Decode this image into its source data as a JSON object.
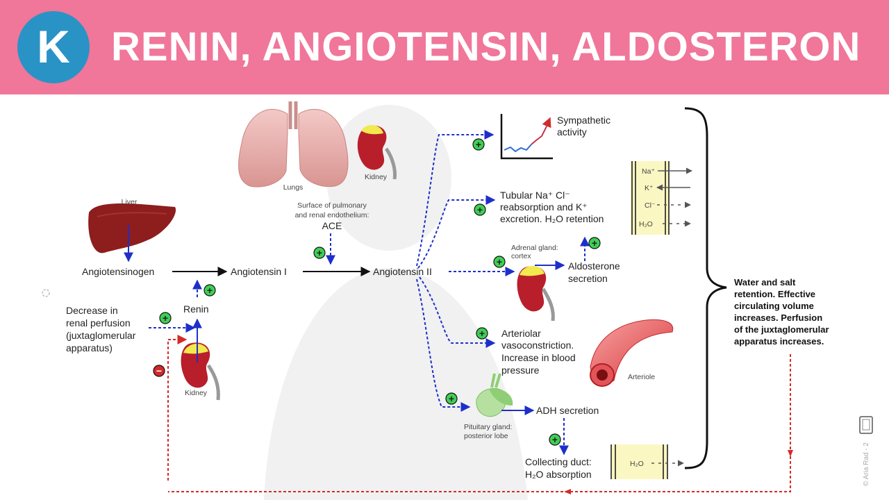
{
  "header": {
    "title": "RENIN, ANGIOTENSIN, ALDOSTERON",
    "logo_letter": "K",
    "bg_color": "#f0769a",
    "logo_color": "#2a93c5"
  },
  "diagram": {
    "liver": "Liver",
    "lungs": "Lungs",
    "kidney_top": "Kidney",
    "kidney_bottom": "Kidney",
    "surface_line1": "Surface of pulmonary",
    "surface_line2": "and renal endothelium:",
    "ace": "ACE",
    "angiotensinogen": "Angiotensinogen",
    "angiotensin1": "Angiotensin I",
    "angiotensin2": "Angiotensin II",
    "renin": "Renin",
    "decrease_line1": "Decrease in",
    "decrease_line2": "renal perfusion",
    "decrease_line3": "(juxtaglomerular",
    "decrease_line4": "apparatus)",
    "sympathetic_line1": "Sympathetic",
    "sympathetic_line2": "activity",
    "tubular_line1": "Tubular Na⁺ Cl⁻",
    "tubular_line2": "reabsorption and K⁺",
    "tubular_line3": "excretion. H₂O retention",
    "adrenal_line1": "Adrenal gland:",
    "adrenal_line2": "cortex",
    "aldosterone_line1": "Aldosterone",
    "aldosterone_line2": "secretion",
    "arteriolar_line1": "Arteriolar",
    "arteriolar_line2": "vasoconstriction.",
    "arteriolar_line3": "Increase in blood",
    "arteriolar_line4": "pressure",
    "arteriole": "Arteriole",
    "pituitary_line1": "Pituitary gland:",
    "pituitary_line2": "posterior lobe",
    "adh": "ADH secretion",
    "collecting_line1": "Collecting duct:",
    "collecting_line2": "H₂O absorption",
    "ion_na": "Na⁺",
    "ion_k": "K⁺",
    "ion_cl": "Cl⁻",
    "ion_h2o": "H₂O",
    "ion_h2o_duct": "H₂O",
    "result_line1": "Water and salt",
    "result_line2": "retention. Effective",
    "result_line3": "circulating volume",
    "result_line4": "increases. Perfusion",
    "result_line5": "of the juxtaglomerular",
    "result_line6": "apparatus increases.",
    "plus_sign": "+",
    "minus_sign": "−",
    "watermark": "© Aria Rad - 2"
  }
}
